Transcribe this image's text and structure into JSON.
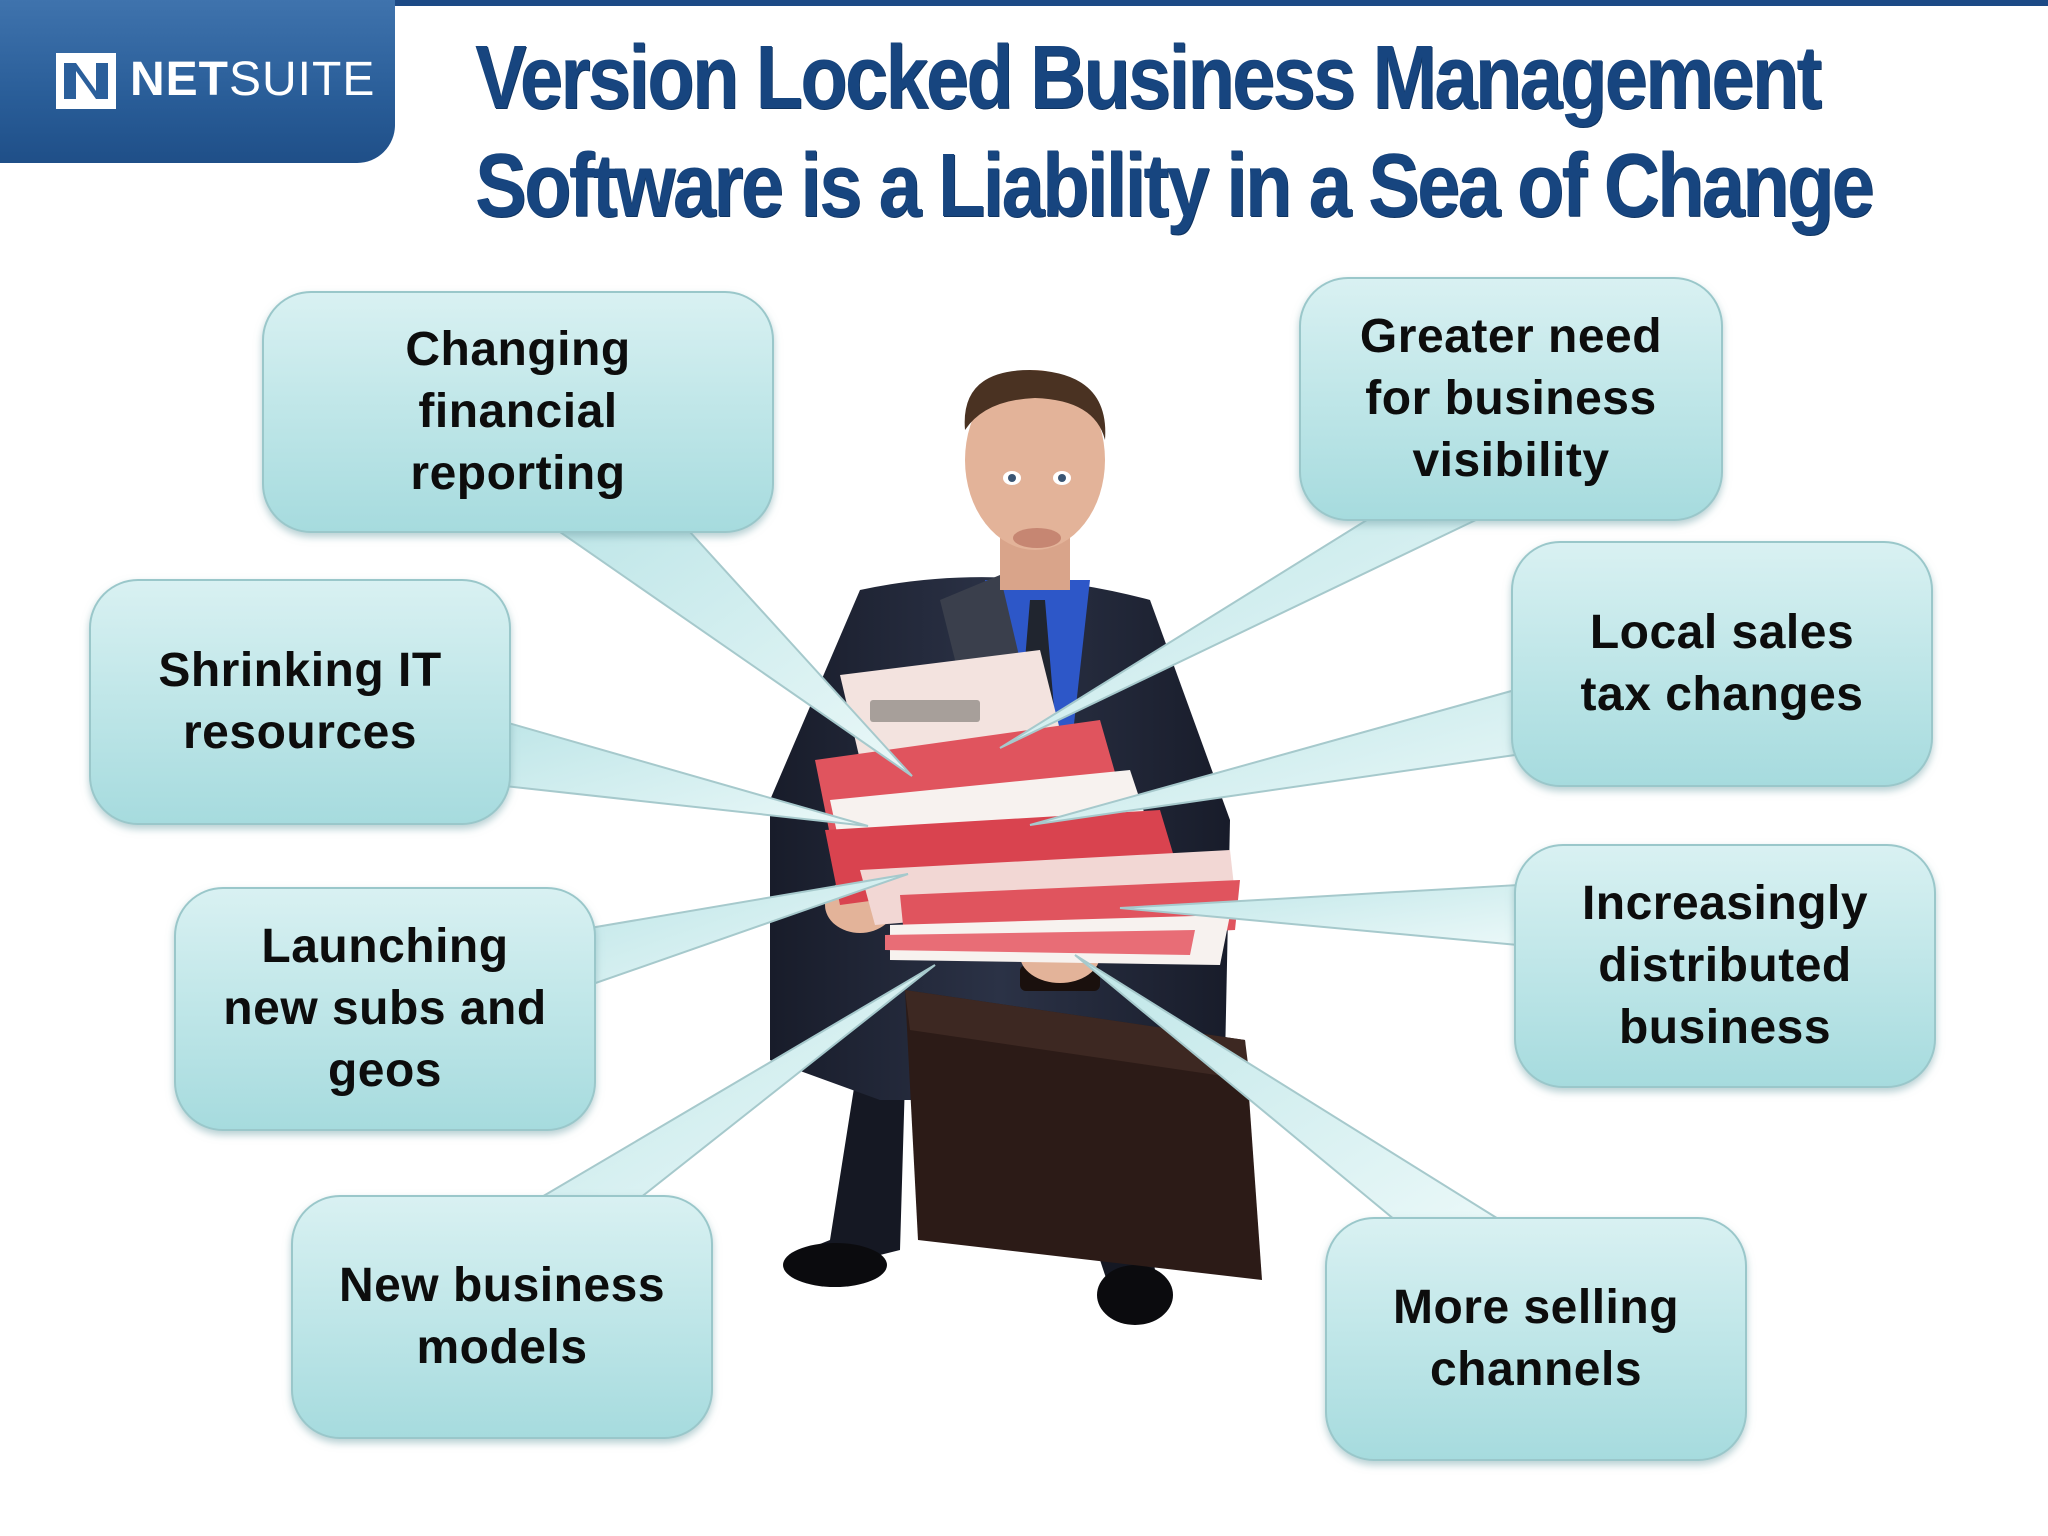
{
  "brand": {
    "logo_letter": "N",
    "name_bold": "NET",
    "name_regular": "SUITE",
    "color_primary": "#1c4a86",
    "color_tab": "#2b5f9b"
  },
  "title": {
    "line1": "Version Locked Business Management",
    "line2": "Software is a Liability in a Sea of Change",
    "color": "#17457f"
  },
  "callouts": {
    "fill_top": "#ccebed",
    "fill_bottom": "#a9dde0",
    "items": [
      {
        "id": "changing-financial-reporting",
        "text": "Changing\nfinancial\nreporting"
      },
      {
        "id": "greater-need-visibility",
        "text": "Greater need\nfor business\nvisibility"
      },
      {
        "id": "shrinking-it-resources",
        "text": "Shrinking IT\nresources"
      },
      {
        "id": "local-sales-tax",
        "text": "Local sales\ntax changes"
      },
      {
        "id": "launching-subs-geos",
        "text": "Launching\nnew subs and\ngeos"
      },
      {
        "id": "increasingly-distributed",
        "text": "Increasingly\ndistributed\nbusiness"
      },
      {
        "id": "new-business-models",
        "text": "New business\nmodels"
      },
      {
        "id": "more-selling-channels",
        "text": "More selling\nchannels"
      }
    ]
  },
  "illustration": {
    "subject": "businessman-holding-stack-of-files-and-briefcase",
    "suit_color": "#22283a",
    "shirt_color": "#2d57c8",
    "folder_color": "#e0545e",
    "briefcase_color": "#2c1b17"
  }
}
